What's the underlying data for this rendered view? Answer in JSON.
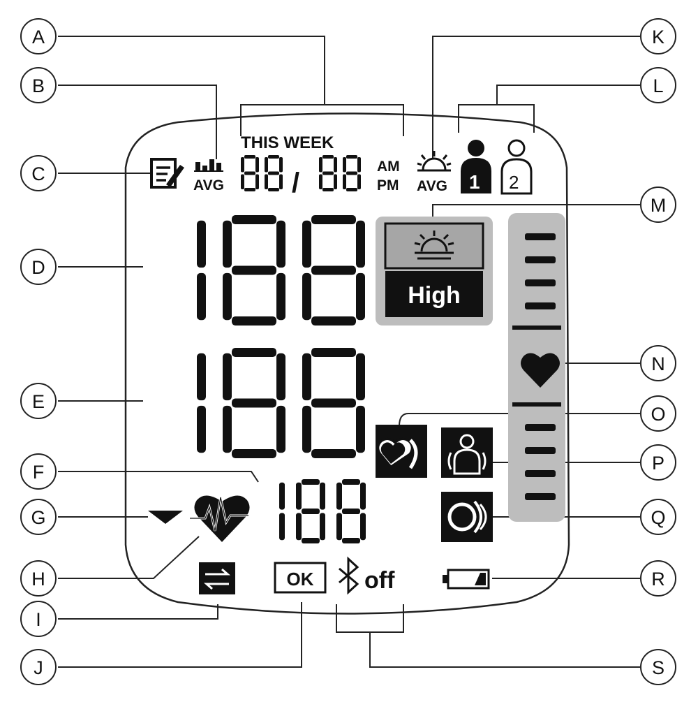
{
  "callouts": [
    "A",
    "B",
    "C",
    "D",
    "E",
    "F",
    "G",
    "H",
    "I",
    "J",
    "K",
    "L",
    "M",
    "N",
    "O",
    "P",
    "Q",
    "R",
    "S"
  ],
  "display": {
    "this_week": "THIS WEEK",
    "avg_left": "AVG",
    "avg_right": "AVG",
    "date_day": "88",
    "date_month": "88",
    "date_separator": "/",
    "am": "AM",
    "pm": "PM",
    "systolic_digits": "188",
    "diastolic_digits": "188",
    "pulse_digits": "188",
    "user_1": "1",
    "user_2": "2",
    "morning_high": "High",
    "ok": "OK",
    "bluetooth_off": "off"
  }
}
